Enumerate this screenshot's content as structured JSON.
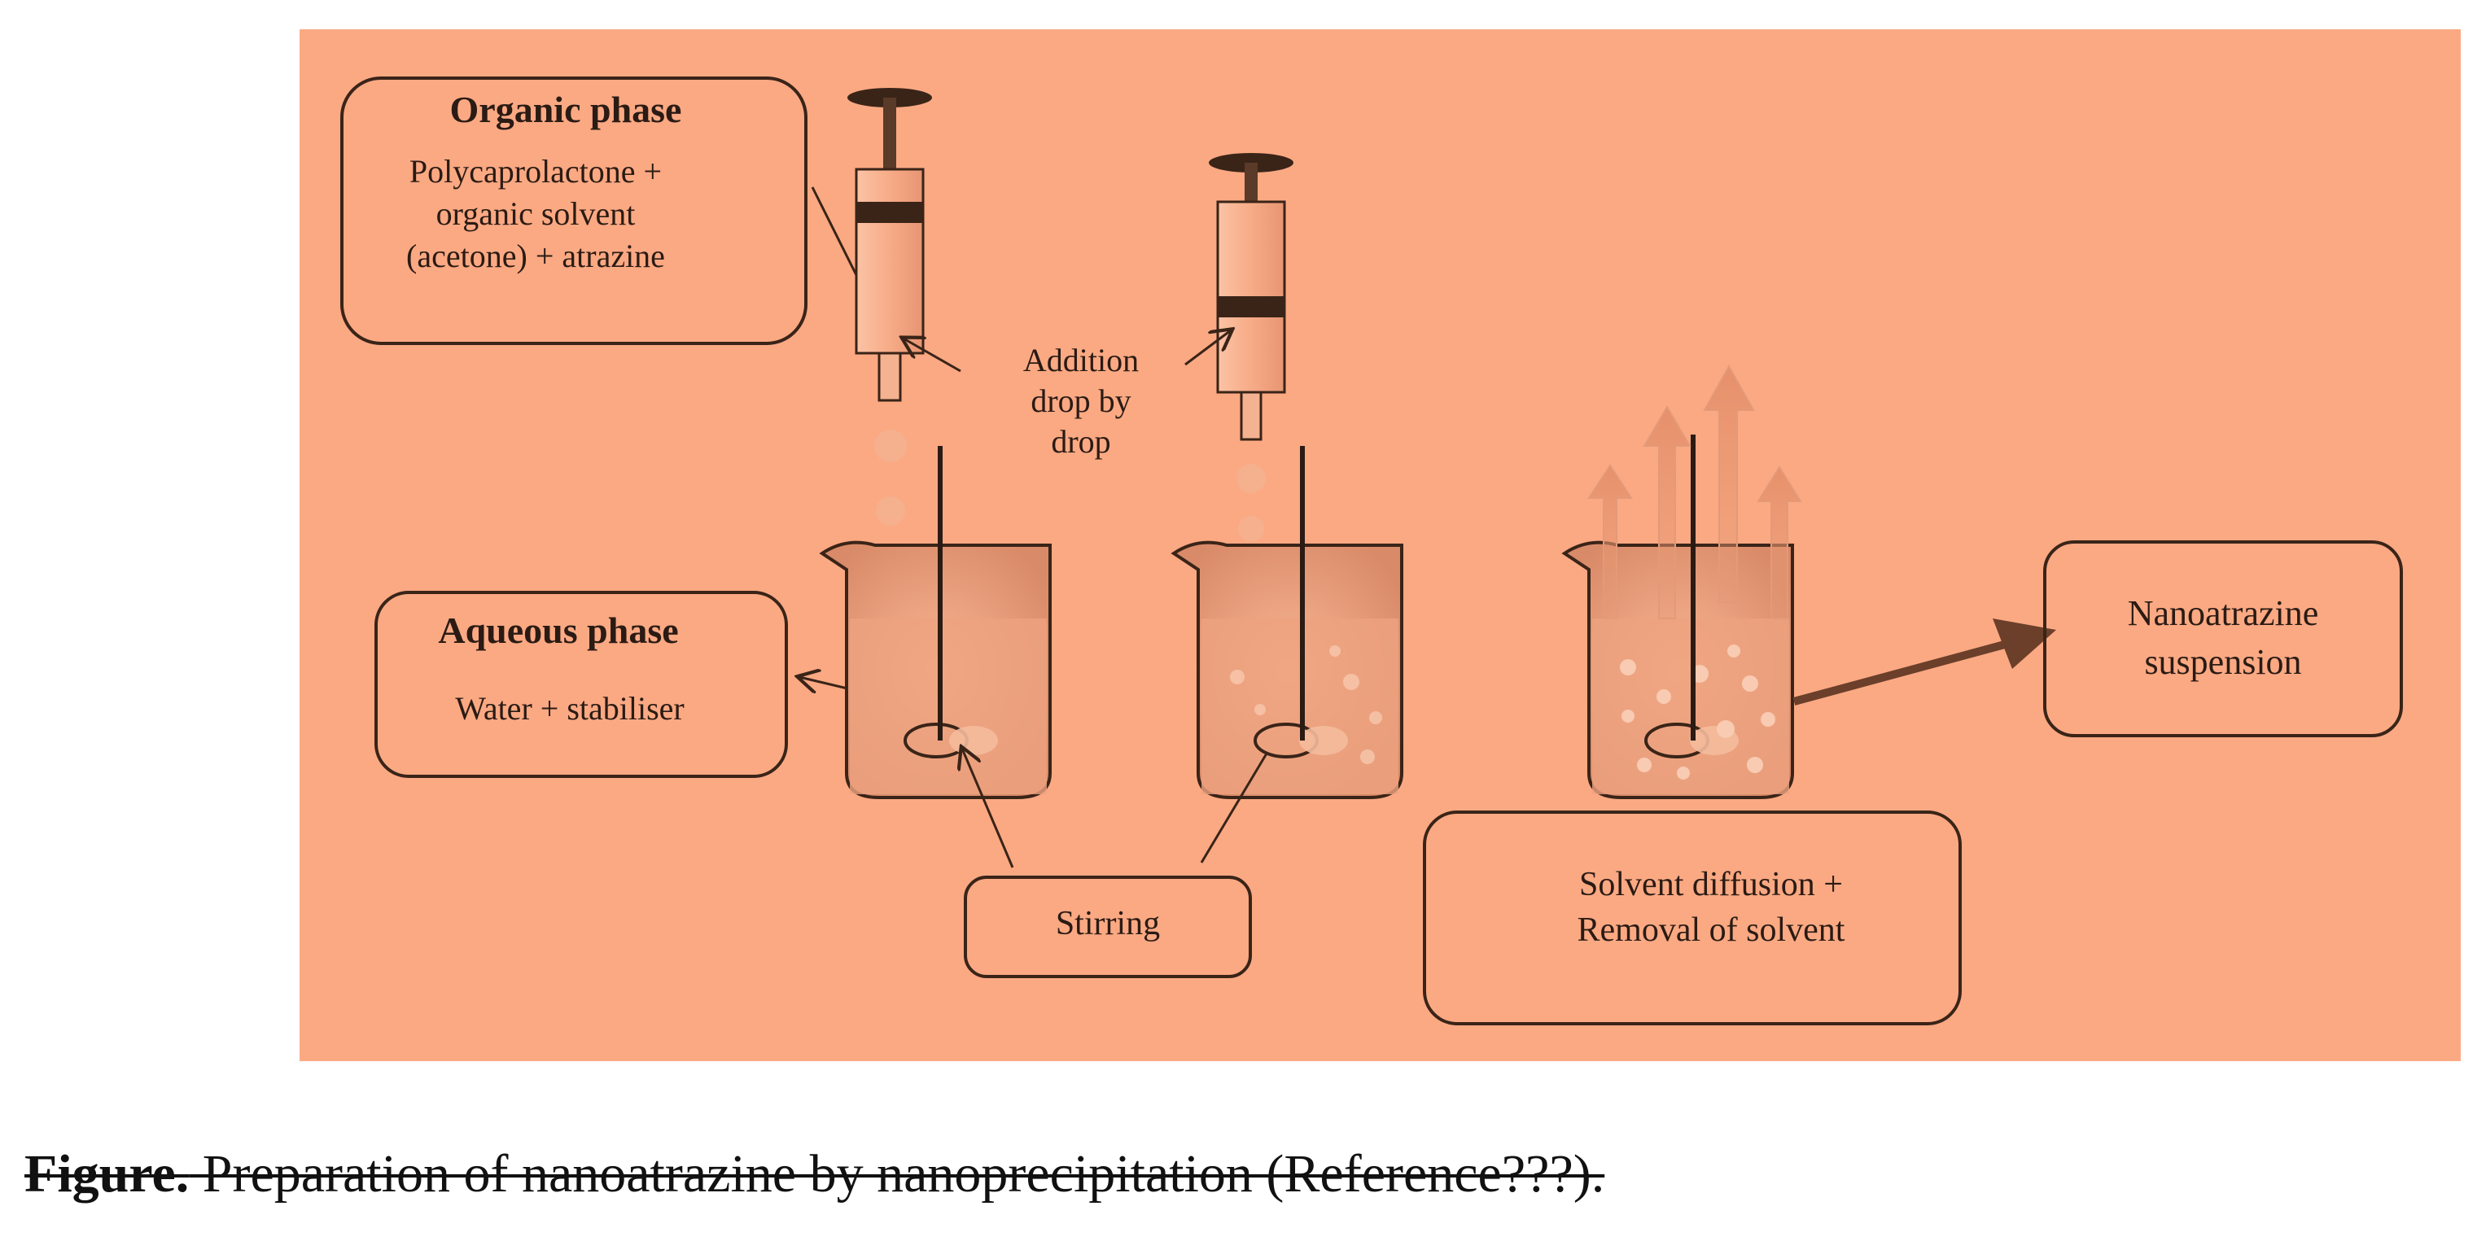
{
  "organic_box": {
    "title": "Organic phase",
    "lines": [
      "Polycaprolactone +",
      "organic solvent",
      "(acetone) + atrazine"
    ]
  },
  "aqueous_box": {
    "title": "Aqueous phase",
    "text": "Water + stabiliser"
  },
  "addition_label": [
    "Addition",
    "drop by",
    "drop"
  ],
  "stirring_box": {
    "text": "Stirring"
  },
  "solvent_box": {
    "lines": [
      "Solvent diffusion +",
      "Removal of solvent"
    ]
  },
  "result_box": {
    "lines": [
      "Nanoatrazine",
      "suspension"
    ]
  },
  "caption": {
    "label": "Figure.",
    "text": " Preparation of nanoatrazine by nanoprecipitation (Reference???)."
  },
  "colors": {
    "panel": "#fba983",
    "panel_shadow": "#e89a78",
    "ink": "#3a2418",
    "liquid": "#eda27f",
    "arrow_fill": "#f2b08f"
  },
  "icons": [
    "syringe-icon",
    "beaker-icon",
    "stir-rod-icon",
    "vapor-arrow-icon",
    "droplet-icon"
  ]
}
